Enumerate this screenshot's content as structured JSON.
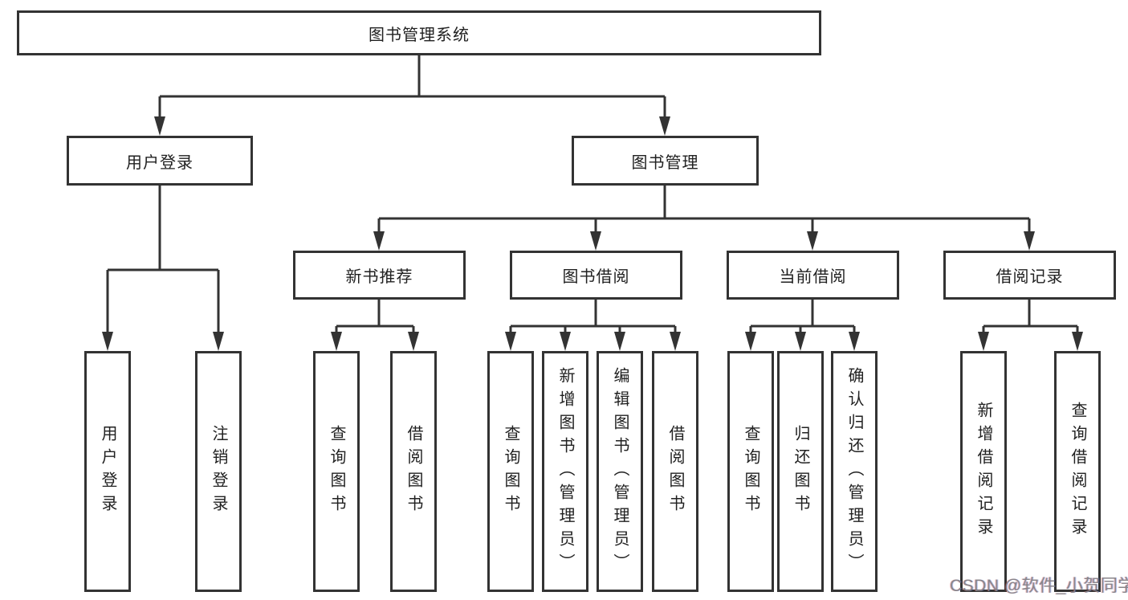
{
  "diagram": {
    "watermark": "CSDN @软件_小贺同学",
    "colors": {
      "line": "#333333",
      "box_border": "#333333",
      "text": "#212121",
      "watermark": "#828286",
      "background": "#ffffff"
    }
  },
  "tree": {
    "root": "图书管理系统",
    "branches": [
      {
        "label": "用户登录",
        "children": [
          "用户登录",
          "注销登录"
        ]
      },
      {
        "label": "图书管理",
        "children": [
          {
            "label": "新书推荐",
            "children": [
              "查询图书",
              "借阅图书"
            ]
          },
          {
            "label": "图书借阅",
            "children": [
              "查询图书",
              "新增图书（管理员）",
              "编辑图书（管理员）",
              "借阅图书"
            ]
          },
          {
            "label": "当前借阅",
            "children": [
              "查询图书",
              "归还图书",
              "确认归还（管理员）"
            ]
          },
          {
            "label": "借阅记录",
            "children": [
              "新增借阅记录",
              "查询借阅记录"
            ]
          }
        ]
      }
    ]
  }
}
